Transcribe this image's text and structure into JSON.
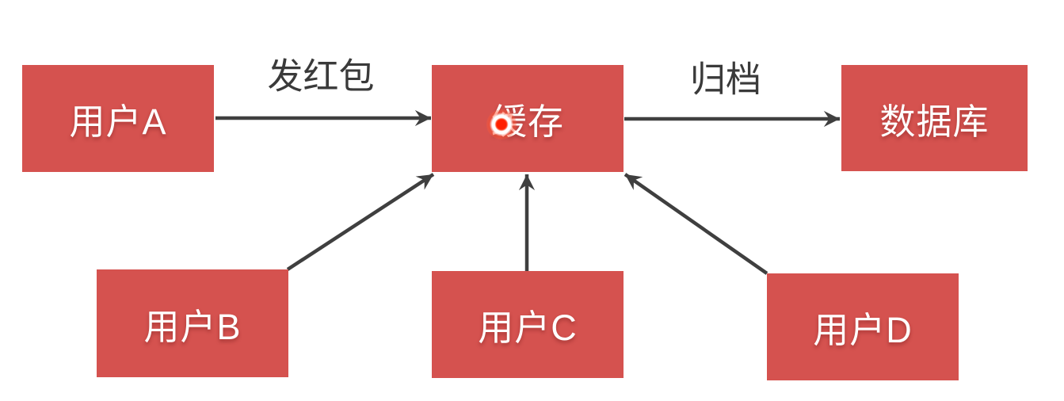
{
  "diagram": {
    "colors": {
      "node_fill": "#d5524f",
      "node_text": "#ffffff",
      "arrow": "#3f3f3f",
      "edge_label_text": "#3a3a3a",
      "background": "#ffffff",
      "click_dot_core": "#ff2000"
    },
    "nodes": [
      {
        "id": "user-a",
        "label": "用户A"
      },
      {
        "id": "cache",
        "label": "缓存"
      },
      {
        "id": "database",
        "label": "数据库"
      },
      {
        "id": "user-b",
        "label": "用户B"
      },
      {
        "id": "user-c",
        "label": "用户C"
      },
      {
        "id": "user-d",
        "label": "用户D"
      }
    ],
    "edges": [
      {
        "from": "user-a",
        "to": "cache",
        "label": "发红包"
      },
      {
        "from": "cache",
        "to": "database",
        "label": "归档"
      },
      {
        "from": "user-b",
        "to": "cache",
        "label": ""
      },
      {
        "from": "user-c",
        "to": "cache",
        "label": ""
      },
      {
        "from": "user-d",
        "to": "cache",
        "label": ""
      }
    ],
    "click_indicator_on": "缓存"
  }
}
